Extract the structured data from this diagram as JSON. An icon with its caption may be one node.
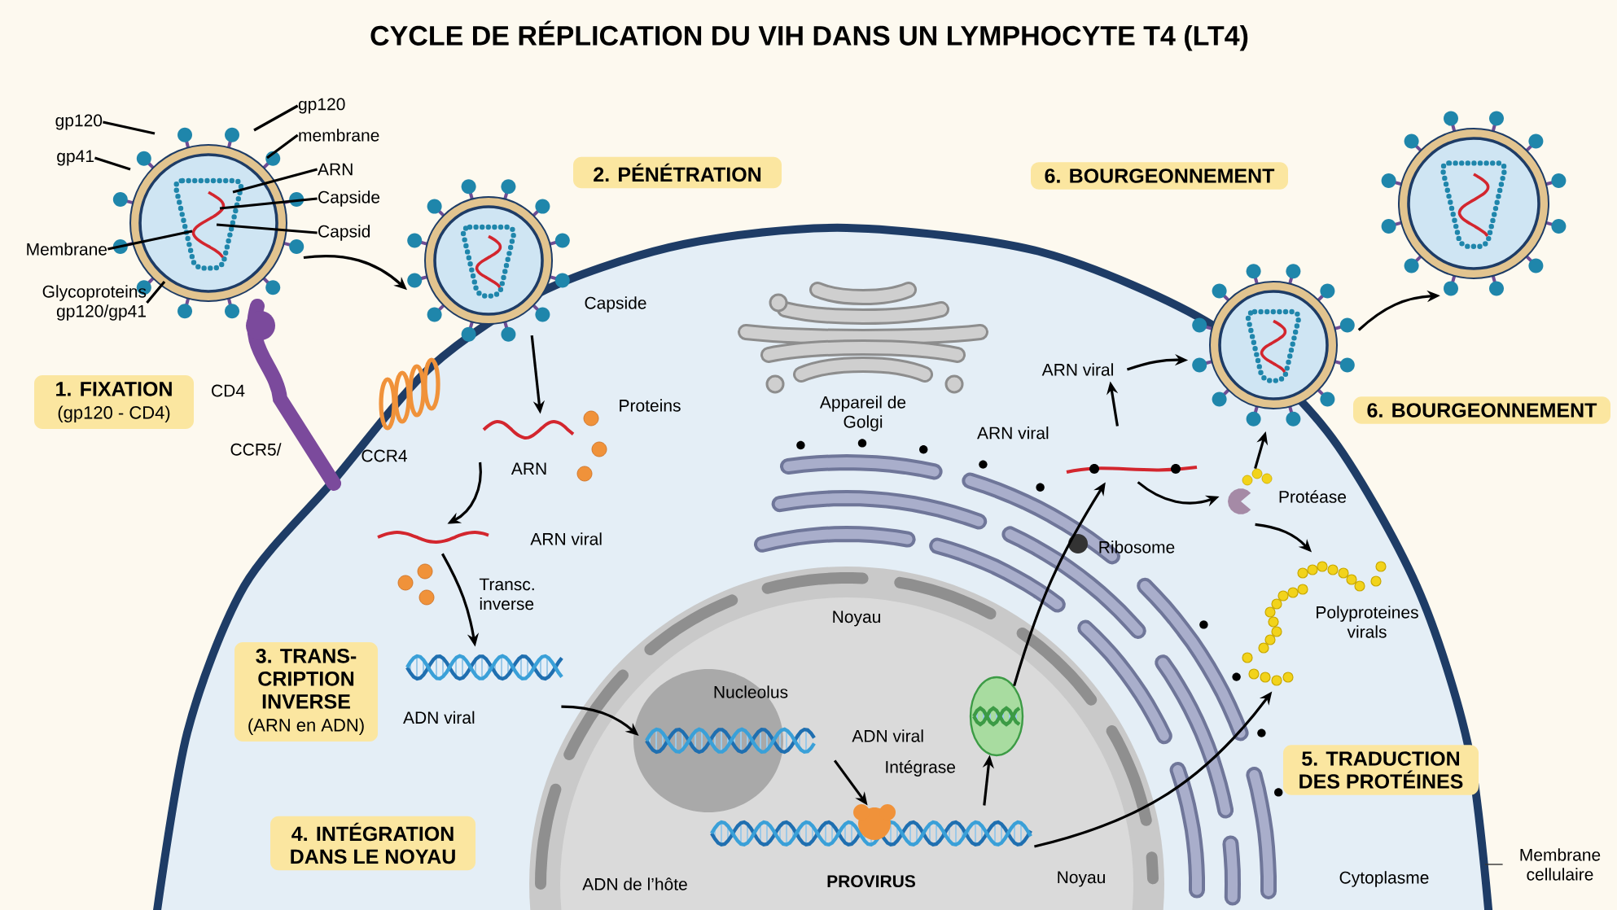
{
  "diagram": {
    "title": "CYCLE DE RÉPLICATION DU VIH DANS UN LYMPHOCYTE T4 (LT4)",
    "nodes": [
      {
        "text": [],
        "shape": "picture"
      },
      {
        "text": [],
        "shape": "picture",
        "beside": [
          "Capside"
        ]
      },
      {
        "text": [
          "ARN"
        ]
      },
      {
        "text": [
          "ARN viral"
        ]
      },
      {
        "text": [
          "ADN viral"
        ]
      },
      {
        "text": [
          "ADN viral"
        ]
      },
      {
        "text": [
          "PROVIRUS"
        ]
      },
      {
        "text": [],
        "shape": "picture"
      },
      {
        "text": [
          "ARN viral"
        ]
      },
      {
        "text": [
          "ARN viral"
        ]
      },
      {
        "text": [],
        "shape": "picture"
      },
      {
        "text": [],
        "shape": "picture"
      },
      {
        "text": [
          "Protéase"
        ]
      },
      {
        "text": [
          "Polyproteines virals"
        ]
      },
      {
        "text": [
          "gp120"
        ]
      },
      {
        "text": [
          "gp41"
        ]
      },
      {
        "text": [
          "Membrane"
        ]
      },
      {
        "text": [
          "Glycoproteins gp120/gp41"
        ]
      },
      {
        "text": [
          "gp120"
        ]
      },
      {
        "text": [
          "membrane"
        ]
      },
      {
        "text": [
          "ARN"
        ]
      },
      {
        "text": [
          "Capside"
        ]
      },
      {
        "text": [
          "Capsid"
        ]
      },
      {
        "text": [
          "Membrane cellulaire"
        ]
      },
      {
        "text": [
          "1. FIXATION",
          "(gp120 - CD4)"
        ]
      },
      {
        "text": [
          "2. PÉNÉTRATION"
        ]
      },
      {
        "text": [
          "6. BOURGEONNEMENT"
        ]
      },
      {
        "text": [
          "6. BOURGEONNEMENT"
        ]
      },
      {
        "text": [
          "3. TRANS- CRIPTION INVERSE",
          "(ARN en ADN)"
        ]
      },
      {
        "text": [
          "4. INTÉGRATION DANS LE NOYAU"
        ]
      },
      {
        "text": [
          "5. TRADUCTION DES PROTÉINES"
        ]
      }
    ],
    "edges": [
      {
        "from": 0,
        "to": 1,
        "arrow": "to"
      },
      {
        "from": 1,
        "to": 2,
        "arrow": "to"
      },
      {
        "from": 2,
        "to": 3,
        "arrow": "to"
      },
      {
        "from": 3,
        "to": 4,
        "arrow": "to",
        "label": "Transc. inverse"
      },
      {
        "from": 4,
        "to": 5,
        "arrow": "to"
      },
      {
        "from": 5,
        "to": 6,
        "arrow": "to",
        "label": "Intégrase"
      },
      {
        "from": 6,
        "to": 7,
        "arrow": "to"
      },
      {
        "from": 7,
        "to": 8,
        "arrow": "to"
      },
      {
        "from": 8,
        "to": 9,
        "arrow": "to"
      },
      {
        "from": 9,
        "to": 10,
        "arrow": "to"
      },
      {
        "from": 8,
        "to": 12,
        "arrow": "to"
      },
      {
        "from": 12,
        "to": 10,
        "arrow": "to"
      },
      {
        "from": 12,
        "to": 13,
        "arrow": "to"
      },
      {
        "from": 6,
        "to": 13,
        "arrow": "to"
      },
      {
        "from": 10,
        "to": 11,
        "arrow": "to"
      },
      {
        "from": 14,
        "to": 0,
        "arrow": "none"
      },
      {
        "from": 15,
        "to": 0,
        "arrow": "none"
      },
      {
        "from": 16,
        "to": 0,
        "arrow": "none"
      },
      {
        "from": 17,
        "to": 0,
        "arrow": "none"
      },
      {
        "from": 18,
        "to": 0,
        "arrow": "none"
      },
      {
        "from": 19,
        "to": 0,
        "arrow": "none"
      },
      {
        "from": 20,
        "to": 0,
        "arrow": "none"
      },
      {
        "from": 21,
        "to": 0,
        "arrow": "none"
      },
      {
        "from": 22,
        "to": 0,
        "arrow": "none"
      },
      {
        "from": 23,
        "to": null,
        "arrow": "none"
      }
    ],
    "labels": [
      "CD4",
      "Proteins",
      "Appareil de Golgi",
      "CCR5/",
      "CCR4",
      "Ribosome",
      "Noyau",
      "Nucleolus",
      "ADN de l’hôte",
      "Noyau",
      "Cytoplasme"
    ]
  }
}
